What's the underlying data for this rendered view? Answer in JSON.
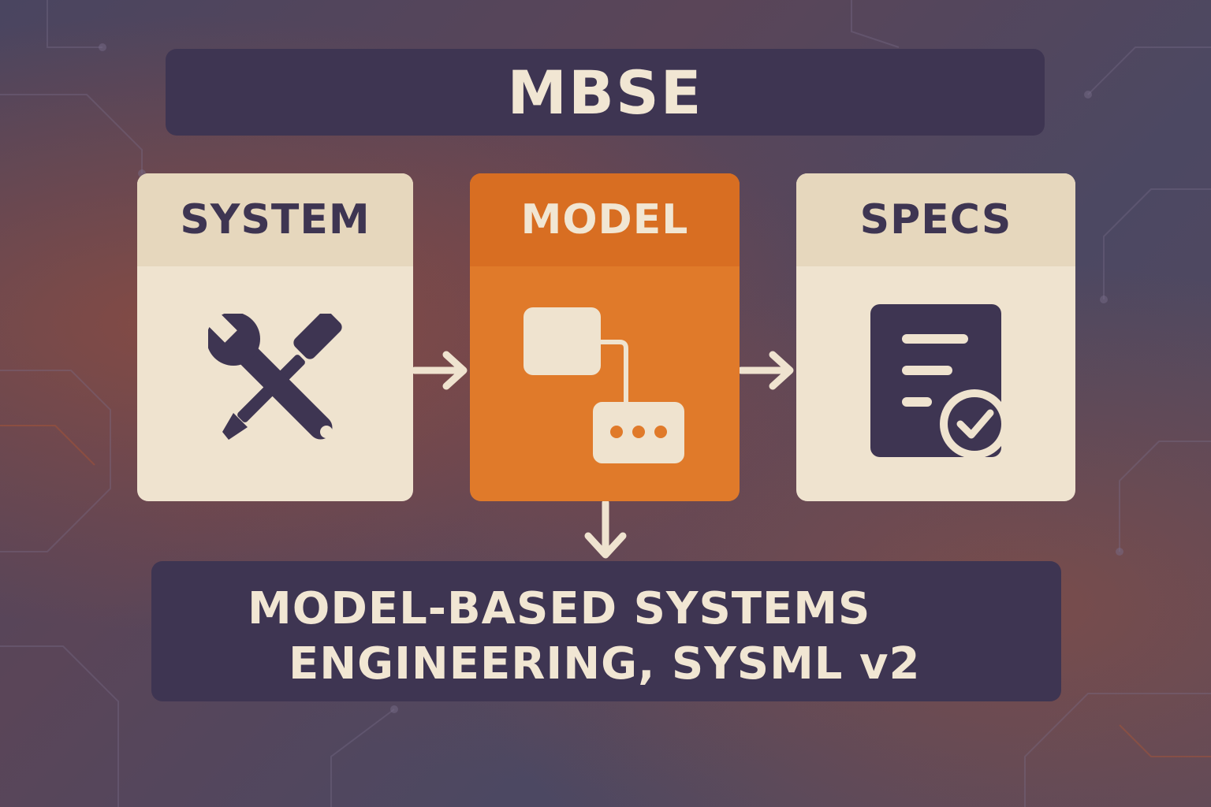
{
  "header": {
    "title": "MBSE"
  },
  "cards": [
    {
      "label": "SYSTEM",
      "icon": "wrench-screwdriver-icon"
    },
    {
      "label": "MODEL",
      "icon": "model-diagram-icon"
    },
    {
      "label": "SPECS",
      "icon": "spec-document-check-icon"
    }
  ],
  "footer": {
    "line1": "MODEL-BASED SYSTEMS",
    "line2": "ENGINEERING, SYSML v2"
  },
  "colors": {
    "dark": "#3e3552",
    "cream": "#efe3cf",
    "orange": "#e07a2a"
  }
}
